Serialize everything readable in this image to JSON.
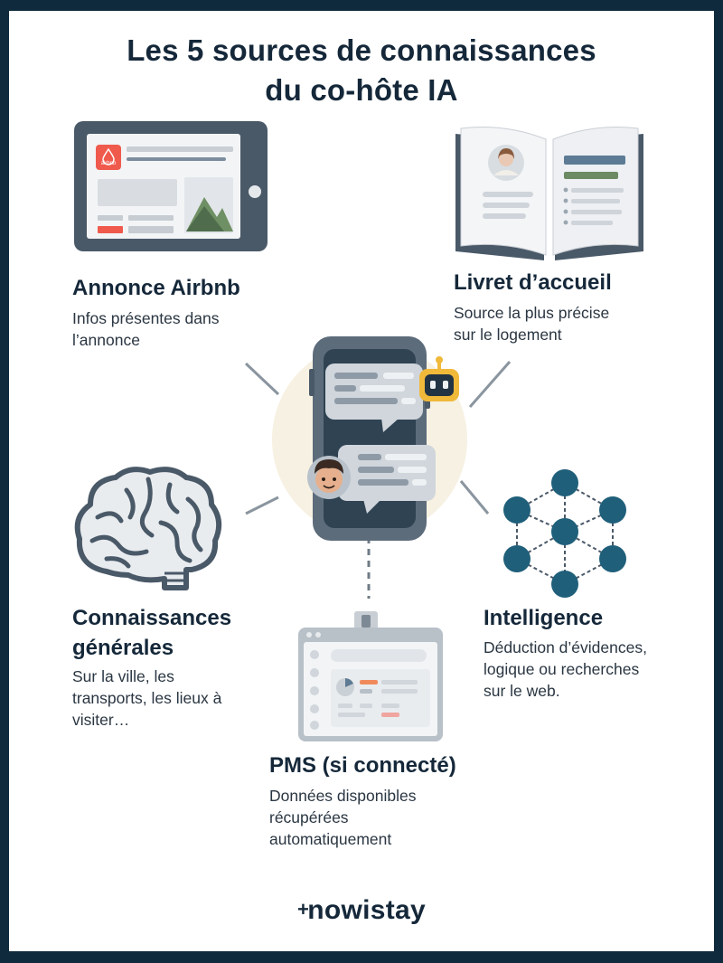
{
  "title": {
    "line1": "Les 5 sources de connaissances",
    "line2": "du co-hôte IA"
  },
  "sources": {
    "annonce": {
      "title": "Annonce Airbnb",
      "desc_line1": "Infos présentes dans",
      "desc_line2": "l’annonce",
      "logo_text": "airbnb"
    },
    "livret": {
      "title": "Livret d’accueil",
      "desc_line1": "Source la plus précise",
      "desc_line2": "sur le logement"
    },
    "connaissances": {
      "title_line1": "Connaissances",
      "title_line2": "générales",
      "desc_line1": "Sur la ville, les",
      "desc_line2": "transports, les lieux à",
      "desc_line3": "visiter…"
    },
    "intelligence": {
      "title": "Intelligence",
      "desc_line1": "Déduction d’évidences,",
      "desc_line2": "logique ou recherches",
      "desc_line3": "sur le web."
    },
    "pms": {
      "title": "PMS (si connecté)",
      "desc_line1": "Données disponibles",
      "desc_line2": "récupérées",
      "desc_line3": "automatiquement"
    }
  },
  "brand": {
    "mark": "+",
    "name": "nowistay"
  },
  "colors": {
    "ink": "#15283a",
    "slate": "#4a5b6c",
    "teal": "#1f5f7a",
    "airbnb_red": "#ef5a4c",
    "robot_yellow": "#f0b93a",
    "glow": "#f6f1e2"
  },
  "icons": [
    "tablet-icon",
    "book-icon",
    "phone-chat-icon",
    "brain-icon",
    "network-icon",
    "dashboard-icon"
  ]
}
